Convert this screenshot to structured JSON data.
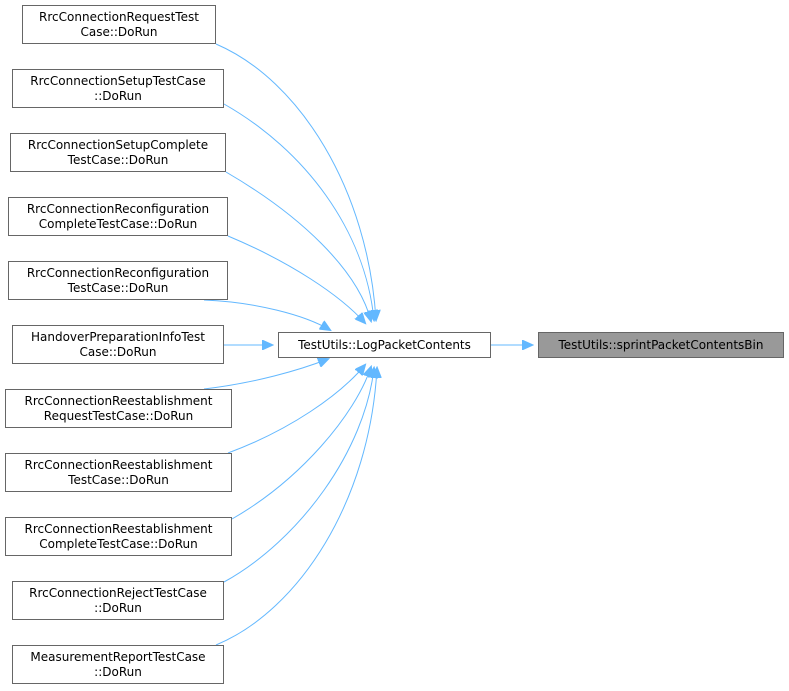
{
  "colors": {
    "edge": "#63b8ff",
    "node_border": "#666666",
    "focus_fill": "#999999"
  },
  "callers": [
    {
      "line1": "RrcConnectionRequestTest",
      "line2": "Case::DoRun"
    },
    {
      "line1": "RrcConnectionSetupTestCase",
      "line2": "::DoRun"
    },
    {
      "line1": "RrcConnectionSetupComplete",
      "line2": "TestCase::DoRun"
    },
    {
      "line1": "RrcConnectionReconfiguration",
      "line2": "CompleteTestCase::DoRun"
    },
    {
      "line1": "RrcConnectionReconfiguration",
      "line2": "TestCase::DoRun"
    },
    {
      "line1": "HandoverPreparationInfoTest",
      "line2": "Case::DoRun"
    },
    {
      "line1": "RrcConnectionReestablishment",
      "line2": "RequestTestCase::DoRun"
    },
    {
      "line1": "RrcConnectionReestablishment",
      "line2": "TestCase::DoRun"
    },
    {
      "line1": "RrcConnectionReestablishment",
      "line2": "CompleteTestCase::DoRun"
    },
    {
      "line1": "RrcConnectionRejectTestCase",
      "line2": "::DoRun"
    },
    {
      "line1": "MeasurementReportTestCase",
      "line2": "::DoRun"
    }
  ],
  "middle": {
    "label": "TestUtils::LogPacketContents"
  },
  "focus": {
    "label": "TestUtils::sprintPacketContentsBin"
  }
}
